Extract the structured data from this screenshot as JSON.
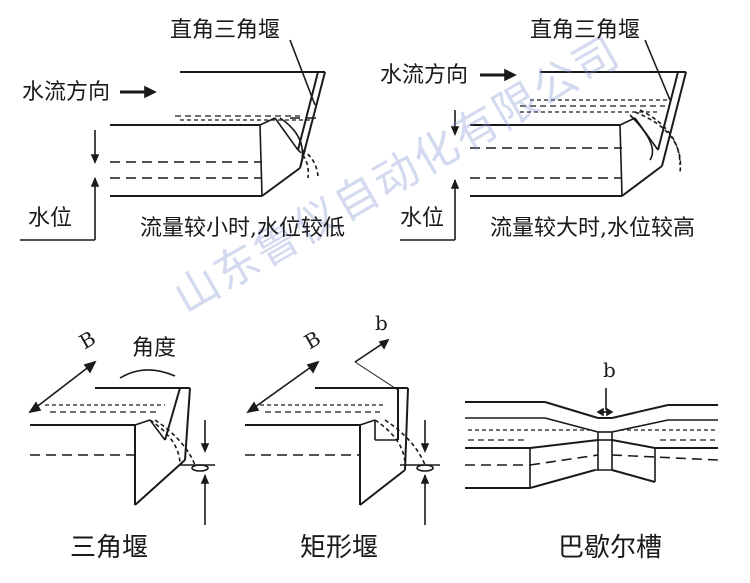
{
  "top_left": {
    "weir_label": "直角三角堰",
    "flow_label": "水流方向",
    "level_label": "水位",
    "condition": "流量较小时,水位较低"
  },
  "top_right": {
    "weir_label": "直角三角堰",
    "flow_label": "水流方向",
    "level_label": "水位",
    "condition": "流量较大时,水位较高"
  },
  "bottom": {
    "triangle": {
      "b_label": "B",
      "angle_label": "角度",
      "caption": "三角堰"
    },
    "rect": {
      "b_label": "B",
      "small_b_label": "b",
      "caption": "矩形堰"
    },
    "parshall": {
      "small_b_label": "b",
      "caption": "巴歇尔槽"
    }
  },
  "watermark": "山东鲁仪自动化有限公司",
  "colors": {
    "ink": "#1a1a1a",
    "watermark": "#8296d2"
  }
}
